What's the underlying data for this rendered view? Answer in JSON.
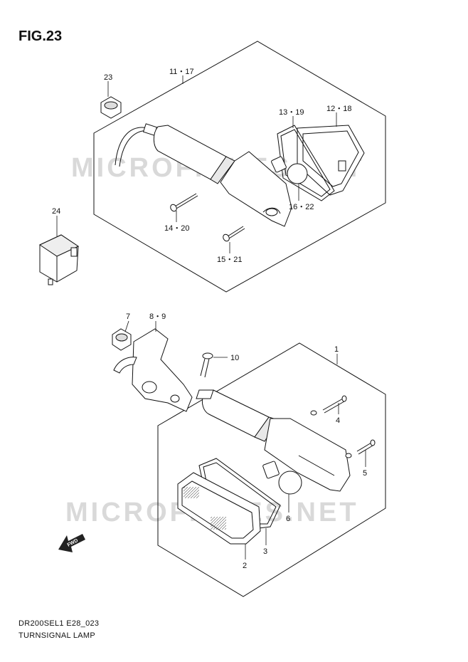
{
  "figure": {
    "title": "FIG.23"
  },
  "footer": {
    "code": "DR200SEL1 E28_023",
    "title": "TURNSIGNAL LAMP"
  },
  "watermark": {
    "text": "MICROFICHES.NET"
  },
  "direction_badge": {
    "text": "FWD"
  },
  "callouts": {
    "c1": "1",
    "c2": "2",
    "c3": "3",
    "c4": "4",
    "c5": "5",
    "c6": "6",
    "c7": "7",
    "c8_9": "8・9",
    "c10": "10",
    "c11_17": "11・17",
    "c12_18": "12・18",
    "c13_19": "13・19",
    "c14_20": "14・20",
    "c15_21": "15・21",
    "c16_22": "16・22",
    "c23": "23",
    "c24": "24"
  }
}
